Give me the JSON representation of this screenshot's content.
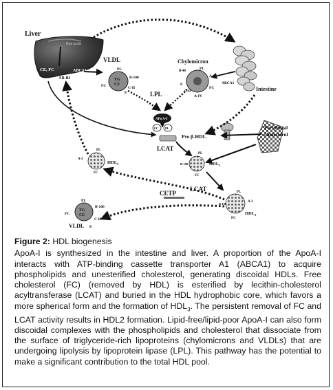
{
  "labels": {
    "liver": "Liver",
    "bile_acids": "Bile acids",
    "ce_fc": "CE, FC",
    "abca1_liver": "ABCA1",
    "sr_bi": "SR-BI",
    "vldl": "VLDL",
    "vldl_pl": "PL",
    "vldl_b100": "B-100",
    "vldl_fc": "FC",
    "vldl_tg": "TG",
    "vldl_ce": "CE",
    "vldl_cii": "C-II",
    "vldl_e": "E",
    "chylomicron": "Chylomicron",
    "chylo_b48": "B-48",
    "chylo_pl": "PL",
    "chylo_ai": "A-I",
    "chylo_e": "E",
    "chylo_fc": "FC",
    "chylo_aiv": "A-IV",
    "chylo_cii": "C-II",
    "abca1_intestine": "ABCA1",
    "intestine": "Intestine",
    "lpl": "LPL",
    "apoai": "APo A-I",
    "disc_fc": "FC",
    "disc_pl": "PL",
    "pre_beta_hdl": "Pre β-HDL",
    "lcat_1": "LCAT",
    "peripheral_line1": "Peripheral",
    "peripheral_line2": "cholesterol",
    "hdl3_pl": "PL",
    "hdl3_b100": "B-100",
    "hdl3_label": "HDL",
    "hdl3_sub": "3",
    "hdl3_fc": "FC",
    "left_ai": "A-I",
    "left_pl": "PL",
    "left_hdl": "HDL",
    "left_hdl_sub": "2",
    "left_fc": "FC",
    "lcat_2": "LCAT",
    "hdl2_pl": "PL",
    "hdl2_b100": "B-100",
    "hdl2_ai": "A-I",
    "hdl2_label": "HDL",
    "hdl2_sub": "2",
    "hdl2_fc": "FC",
    "cetp": "CETP",
    "bottom_pl": "PL",
    "bottom_b100": "B-100",
    "bottom_fc": "FC",
    "bottom_tg": "TG",
    "bottom_ce": "CE",
    "bottom_cii": "C-II",
    "bottom_vldl": "VLDL",
    "bottom_e": "E"
  },
  "caption": {
    "figure_label": "Figure 2:",
    "figure_title": " HDL biogenesis",
    "body_part1": "ApoA-I is synthesized in the intestine and liver. A proportion of the ApoA-I interacts with ATP-binding cassette transporter A1 (ABCA1) to acquire phospholipids and unesterified cholesterol, generating discoidal HDLs. Free cholesterol (FC) (removed by HDL) is esterified by lecithin-cholesterol acyltransferase (LCAT) and buried in the HDL hydrophobic core, which favors a more spherical form and the formation of HDL",
    "body_sub": "3",
    "body_part2": ". The persistent removal of FC and LCAT activity results in HDL2 formation. Lipid-free/lipid-poor ApoA-I can also form discoidal complexes with the phospholipids and cholesterol that dissociate from the surface of triglyceride-rich lipoproteins (chylomicrons and VLDLs) that are undergoing lipolysis by lipoprotein lipase (LPL). This pathway has the potential to make a significant contribution to the total HDL pool."
  },
  "colors": {
    "liver_dark": "#2c2c2c",
    "particle": "#7a7a7a",
    "arrow": "#111111",
    "cetp_bar": "#6a6a6a"
  }
}
